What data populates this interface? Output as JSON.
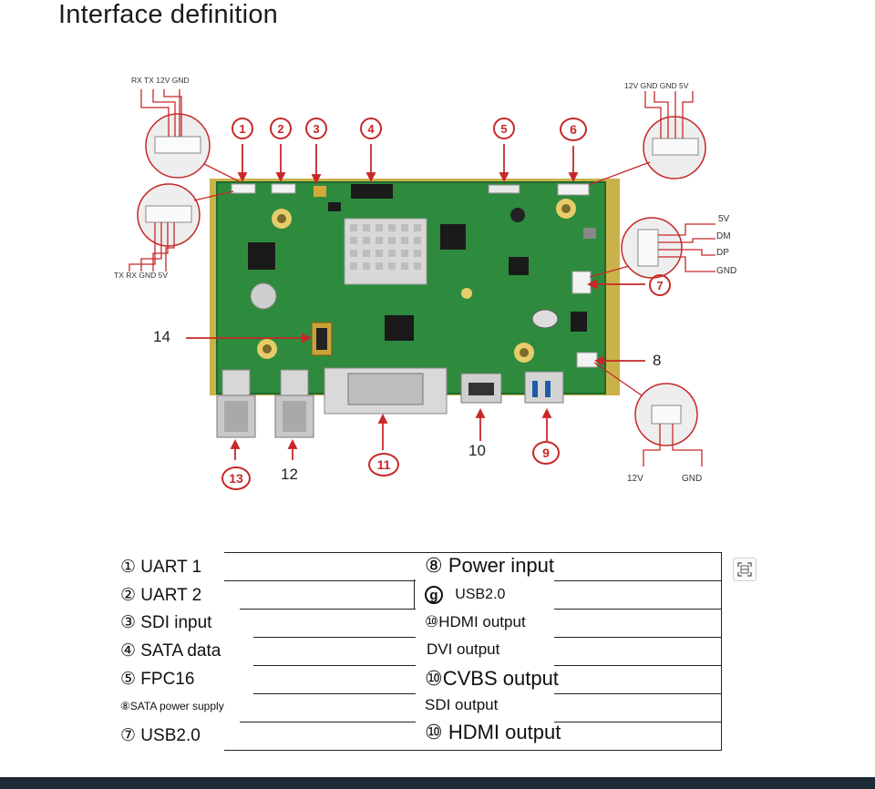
{
  "title": "Interface definition",
  "diagram": {
    "pins": {
      "uart1_top": "RX TX 12V GND",
      "uart2_bottom": "TX RX GND 5V",
      "sata_power": "12V GND GND 5V",
      "usb_5v": "5V",
      "usb_dm": "DM",
      "usb_dp": "DP",
      "usb_gnd": "GND",
      "power_12v": "12V",
      "power_gnd": "GND"
    },
    "markers": {
      "m1": "1",
      "m2": "2",
      "m3": "3",
      "m4": "4",
      "m5": "5",
      "m6": "6",
      "m7": "7",
      "m8": "8",
      "m9": "9",
      "m10": "10",
      "m11": "11",
      "m12": "12",
      "m13": "13",
      "m14": "14"
    }
  },
  "table": {
    "left": [
      "① UART 1",
      "② UART 2",
      "③ SDI input",
      "④ SATA data",
      "⑤ FPC16",
      "⑧SATA power supply",
      "⑦ USB2.0"
    ],
    "right": [
      "⑧ Power input",
      "USB2.0",
      "⑩HDMI output",
      "DVI output",
      "⑩CVBS output",
      "SDI output",
      "⑩ HDMI output"
    ],
    "right_prefix_9": "g"
  },
  "colors": {
    "pcb": "#2e8b3e",
    "annotation": "#c62828",
    "footer": "#1e2a36"
  },
  "icons": [
    "expand-icon"
  ]
}
